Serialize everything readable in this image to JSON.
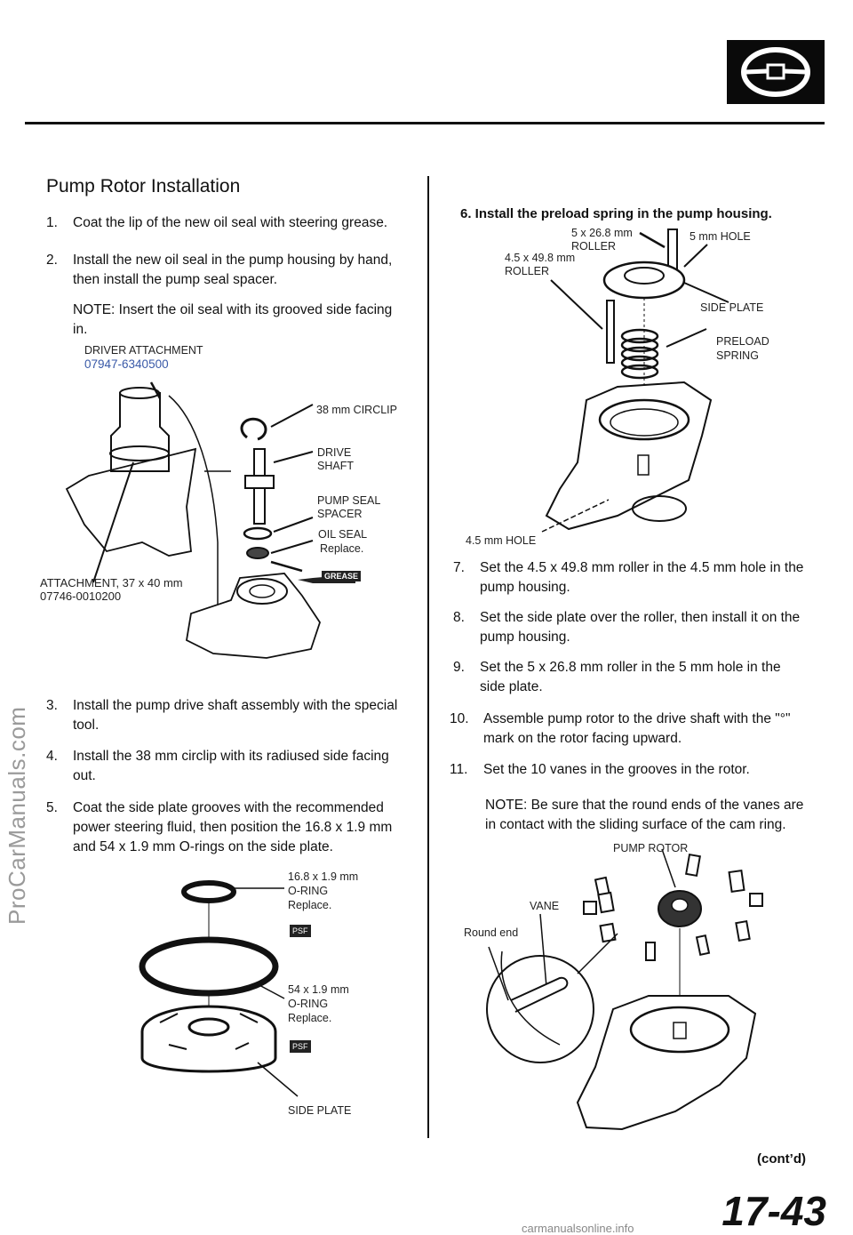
{
  "page": {
    "number": "17-43",
    "contd": "(cont’d)",
    "watermark": "ProCarManuals.com",
    "footer_url": "carmanualsonline.info"
  },
  "left": {
    "title": "Pump Rotor Installation",
    "steps": [
      {
        "n": "1.",
        "text": "Coat the lip of the new oil seal with steering grease."
      },
      {
        "n": "2.",
        "text": "Install the new oil seal in the pump housing by hand, then install the pump seal spacer."
      },
      {
        "n": "3.",
        "text": "Install the pump drive shaft assembly with the special tool."
      },
      {
        "n": "4.",
        "text": "Install the 38 mm circlip with its radiused side facing out."
      },
      {
        "n": "5.",
        "text": "Coat the side plate grooves with the recommended power steering fluid, then position the 16.8 x 1.9 mm and 54 x 1.9 mm O-rings on the side plate."
      }
    ],
    "note": "NOTE: Insert the oil seal with its grooved side facing in.",
    "fig1": {
      "driver_attachment": "DRIVER ATTACHMENT",
      "driver_attachment_pn": "07947-6340500",
      "circlip": "38 mm CIRCLIP",
      "drive_shaft": "DRIVE SHAFT",
      "spacer": "PUMP SEAL SPACER",
      "oil_seal": "OIL SEAL",
      "oil_seal_note": "Replace.",
      "grease": "GREASE",
      "attachment": "ATTACHMENT, 37 x 40 mm",
      "attachment_pn": "07746-0010200"
    },
    "fig2": {
      "oring1": "16.8 x 1.9 mm",
      "oring1b": "O-RING",
      "oring1c": "Replace.",
      "oring2": "54 x 1.9 mm",
      "oring2b": "O-RING",
      "oring2c": "Replace.",
      "psf": "PSF",
      "side_plate": "SIDE PLATE"
    }
  },
  "right": {
    "step6": "6. Install the preload spring in the pump housing.",
    "fig3": {
      "roller1": "5 x 26.8 mm",
      "roller1b": "ROLLER",
      "hole5": "5 mm HOLE",
      "roller2": "4.5 x 49.8 mm",
      "roller2b": "ROLLER",
      "side_plate": "SIDE PLATE",
      "preload": "PRELOAD",
      "preloadb": "SPRING",
      "hole45": "4.5 mm HOLE"
    },
    "steps": [
      {
        "n": "7.",
        "text": "Set the 4.5 x 49.8 mm roller in the 4.5 mm hole in the pump housing."
      },
      {
        "n": "8.",
        "text": "Set the side plate over the roller, then install it on the pump housing."
      },
      {
        "n": "9.",
        "text": "Set the 5 x 26.8 mm roller in the 5 mm hole in the side plate."
      },
      {
        "n": "10.",
        "text": "Assemble pump rotor to the drive shaft with the \"°\" mark on the rotor facing upward."
      },
      {
        "n": "11.",
        "text": "Set the 10 vanes in the grooves in the rotor."
      }
    ],
    "note": "NOTE: Be sure that the round ends of the vanes are in contact with the sliding surface of the cam ring.",
    "fig4": {
      "pump_rotor": "PUMP ROTOR",
      "vane": "VANE",
      "round_end": "Round end"
    }
  }
}
